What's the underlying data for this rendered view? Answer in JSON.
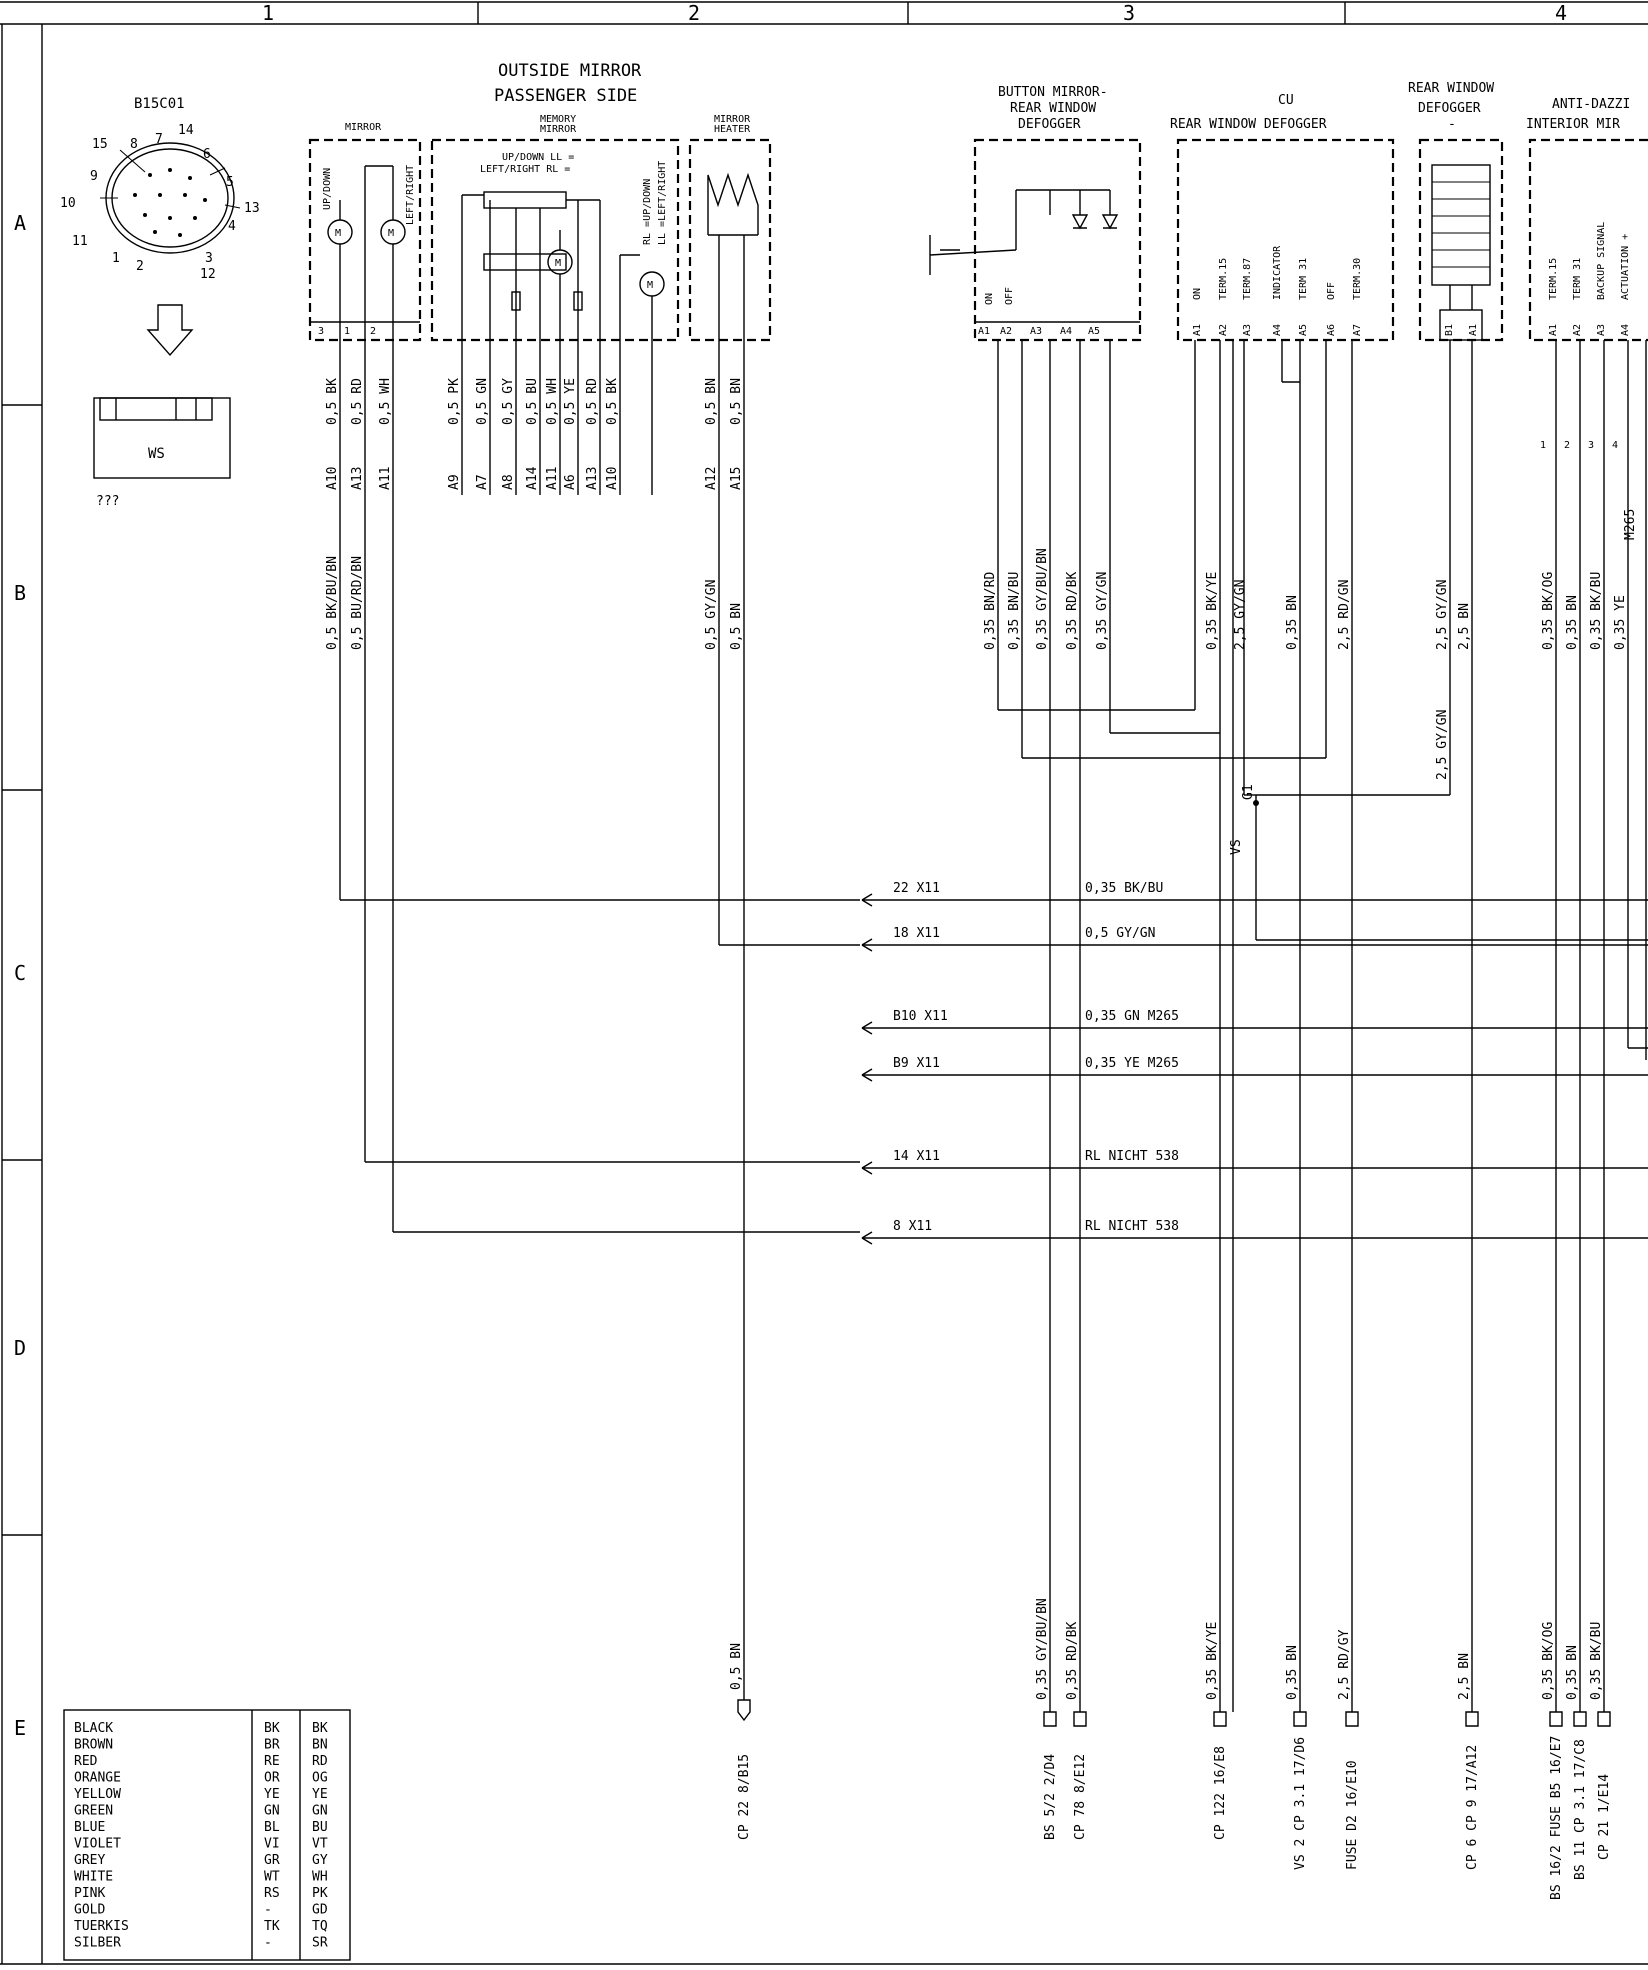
{
  "grid": {
    "columns": [
      "1",
      "2",
      "3",
      "4"
    ],
    "rows": [
      "A",
      "B",
      "C",
      "D",
      "E"
    ]
  },
  "connector": {
    "name": "B15C01",
    "pins": [
      "15",
      "8",
      "7",
      "14",
      "6",
      "5",
      "9",
      "10",
      "13",
      "4",
      "11",
      "1",
      "2",
      "3",
      "12"
    ],
    "block_label": "WS",
    "note": "???"
  },
  "components": {
    "outside_mirror_title_1": "OUTSIDE MIRROR",
    "outside_mirror_title_2": "PASSENGER SIDE",
    "mirror_label": "MIRROR",
    "mirror_up_down": "UP/DOWN",
    "mirror_left_right": "LEFT/RIGHT",
    "mirror_pins": [
      "3",
      "1",
      "2"
    ],
    "memory_mirror_1": "MEMORY",
    "memory_mirror_2": "MIRROR",
    "memory_note_1": "UP/DOWN LL =",
    "memory_note_2": "LEFT/RIGHT RL =",
    "memory_rl": "RL =UP/DOWN",
    "memory_ll": "LL =LEFT/RIGHT",
    "heater_1": "MIRROR",
    "heater_2": "HEATER",
    "button_1": "BUTTON MIRROR-",
    "button_2": "REAR WINDOW",
    "button_3": "DEFOGGER",
    "button_on": "ON",
    "button_off": "OFF",
    "button_pins": [
      "A1",
      "A2",
      "A3",
      "A4",
      "A5"
    ],
    "cu_1": "CU",
    "cu_2": "REAR WINDOW DEFOGGER",
    "cu_terms": [
      "ON",
      "TERM.15",
      "TERM.87",
      "INDICATOR",
      "TERM 31",
      "OFF",
      "TERM.30"
    ],
    "cu_pins": [
      "A1",
      "A2",
      "A3",
      "A4",
      "A5",
      "A6",
      "A7"
    ],
    "defogger_1": "REAR WINDOW",
    "defogger_2": "DEFOGGER",
    "defogger_dash": "-",
    "defogger_pins": [
      "B1",
      "A1"
    ],
    "anti_1": "ANTI-DAZZI",
    "anti_2": "INTERIOR MIR",
    "anti_terms": [
      "TERM.15",
      "TERM 31",
      "BACKUP SIGNAL",
      "ACTUATION +"
    ],
    "anti_pins": [
      "A1",
      "A2",
      "A3",
      "A4"
    ],
    "motor_symbol": "M"
  },
  "wires_top": [
    "0,5 BK",
    "0,5 RD",
    "0,5 WH",
    "0,5 PK",
    "0,5 GN",
    "0,5 GY",
    "0,5 BU",
    "0,5 WH",
    "0,5 YE",
    "0,5 RD",
    "0,5 BK",
    "0,5 BN",
    "0,5 BN"
  ],
  "pin_refs_top": [
    "A10",
    "A13",
    "A11",
    "A9",
    "A7",
    "A8",
    "A14",
    "A11",
    "A6",
    "A13",
    "A10",
    "A12",
    "A15"
  ],
  "wires_mid": [
    "0,5 BK/BU/BN",
    "0,5 BU/RD/BN",
    "0,5 GY/GN",
    "0,5 BN",
    "0,35 BN/RD",
    "0,35 BN/BU",
    "0,35 GY/BU/BN",
    "0,35 RD/BK",
    "0,35 GY/GN",
    "0,35 BK/YE",
    "2,5 GY/GN",
    "0,35 BN",
    "2,5 RD/GN",
    "2,5 GY/GN",
    "2,5 BN",
    "0,35 BK/OG",
    "0,35 BN",
    "0,35 BK/BU",
    "0,35 YE"
  ],
  "anti_conn": [
    "1",
    "2",
    "3",
    "4"
  ],
  "m265": "M265",
  "splice": {
    "vs": "VS",
    "g1": "G1",
    "wire": "2,5 GY/GN"
  },
  "x11_lines": [
    {
      "ref": "22 X11",
      "wire": "0,35 BK/BU"
    },
    {
      "ref": "18 X11",
      "wire": "0,5 GY/GN"
    },
    {
      "ref": "B10 X11",
      "wire": "0,35 GN M265"
    },
    {
      "ref": "B9 X11",
      "wire": "0,35 YE M265"
    },
    {
      "ref": "14 X11",
      "wire": "RL NICHT 538"
    },
    {
      "ref": "8 X11",
      "wire": "RL NICHT 538"
    }
  ],
  "wires_bottom": [
    "0,5 BN",
    "0,35 GY/BU/BN",
    "0,35 RD/BK",
    "0,35 BK/YE",
    "0,35 BN",
    "2,5 RD/GY",
    "2,5 BN",
    "0,35 BK/OG",
    "0,35 BN",
    "0,35 BK/BU"
  ],
  "terminals": [
    "CP 22 8/B15",
    "BS 5/2 2/D4",
    "CP 78 8/E12",
    "CP 122 16/E8",
    "VS 2 CP 3.1 17/D6",
    "FUSE D2 16/E10",
    "CP 6 CP 9 17/A12",
    "BS 16/2 FUSE B5 16/E7",
    "BS 11 CP 3.1 17/C8",
    "CP 21 1/E14"
  ],
  "legend": [
    {
      "name": "BLACK",
      "de": "BK",
      "en": "BK"
    },
    {
      "name": "BROWN",
      "de": "BR",
      "en": "BN"
    },
    {
      "name": "RED",
      "de": "RE",
      "en": "RD"
    },
    {
      "name": "ORANGE",
      "de": "OR",
      "en": "OG"
    },
    {
      "name": "YELLOW",
      "de": "YE",
      "en": "YE"
    },
    {
      "name": "GREEN",
      "de": "GN",
      "en": "GN"
    },
    {
      "name": "BLUE",
      "de": "BL",
      "en": "BU"
    },
    {
      "name": "VIOLET",
      "de": "VI",
      "en": "VT"
    },
    {
      "name": "GREY",
      "de": "GR",
      "en": "GY"
    },
    {
      "name": "WHITE",
      "de": "WT",
      "en": "WH"
    },
    {
      "name": "PINK",
      "de": "RS",
      "en": "PK"
    },
    {
      "name": "GOLD",
      "de": "-",
      "en": "GD"
    },
    {
      "name": "TUERKIS",
      "de": "TK",
      "en": "TQ"
    },
    {
      "name": "SILBER",
      "de": "-",
      "en": "SR"
    }
  ]
}
